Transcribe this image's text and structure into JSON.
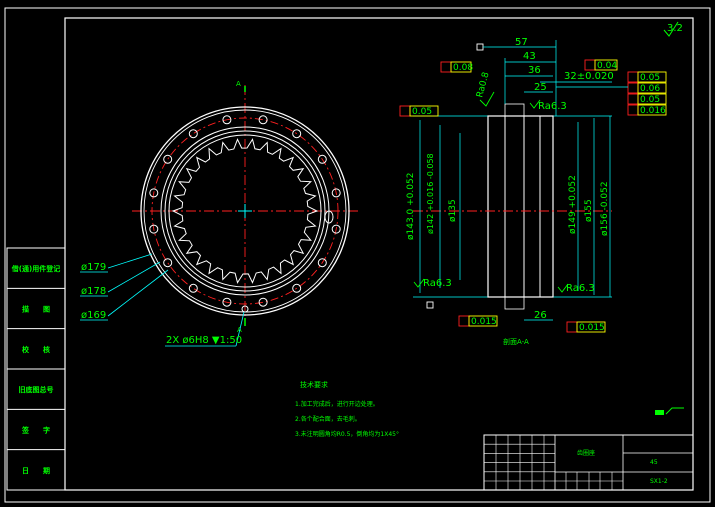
{
  "top_corner_mark": "3.2",
  "front_view": {
    "section_marker_top": "A",
    "section_marker_bottom": "A",
    "dim_outer": "ø179",
    "dim_mid": "ø178",
    "dim_inner": "ø169",
    "hole_note": "2X ø6H8 ▼1:50"
  },
  "side_view": {
    "dims_top": [
      "57",
      "43",
      "36",
      "25",
      "32±0.020"
    ],
    "diameters": [
      "ø143.0 +0.052",
      "ø142 +0.016 -0.058",
      "ø135",
      "ø149 +0.052",
      "ø155",
      "ø156 -0.052"
    ],
    "roughness": [
      "Ra0.8",
      "Ra6.3",
      "Ra6.3",
      "Ra6.3"
    ],
    "tolerances_left_top": "0.08",
    "tolerances_left_mid": "0.05",
    "tolerances_right": [
      "0.05",
      "0.06",
      "0.05",
      "0.016"
    ],
    "tolerance_top_right": "0.04",
    "tolerance_bottom_left": "0.015",
    "tolerance_bottom_right": "0.015",
    "dim_bottom": "26",
    "section_label": "剖面A-A"
  },
  "left_stamp_column": [
    "借(通)用件登记",
    "描　　图",
    "校　　核",
    "旧底图总号",
    "签　　字",
    "日　　期"
  ],
  "tech_notes": {
    "title": "技术要求",
    "lines": [
      "1.加工完成后，进行开边处理。",
      "2.各个配合面，去毛刺。",
      "3.未注明圆角均R0.5，倒角均为1X45°"
    ]
  },
  "title_block": {
    "part_name": "齿圈座",
    "material": "45",
    "drawing_no": "SX1-2"
  }
}
